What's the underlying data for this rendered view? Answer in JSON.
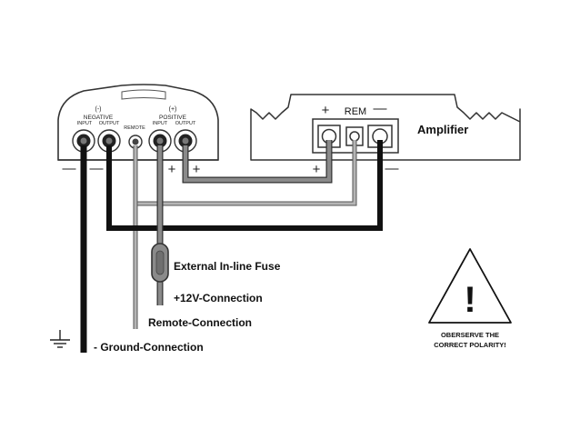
{
  "capacitor": {
    "negative_sign": "(-)",
    "negative_label": "NEGATIVE",
    "positive_sign": "(+)",
    "positive_label": "POSITIVE",
    "remote_label": "REMOTE",
    "input_label": "INPUT",
    "output_label": "OUTPUT"
  },
  "amplifier": {
    "title": "Amplifier",
    "plus_sign": "+",
    "rem_label": "REM",
    "minus_sign": "—"
  },
  "polarity_marks": {
    "minus": "—",
    "plus": "+"
  },
  "connections": {
    "fuse_label": "External In-line Fuse",
    "power_label": "+12V-Connection",
    "remote_label": "Remote-Connection",
    "ground_label": "- Ground-Connection"
  },
  "warning": {
    "symbol": "!",
    "line1": "OBERSERVE THE",
    "line2": "CORRECT POLARITY!"
  },
  "colors": {
    "ground_wire": "#111111",
    "power_wire": "#8a8a8a",
    "remote_wire": "#b5b5b5",
    "outline": "#333333"
  }
}
